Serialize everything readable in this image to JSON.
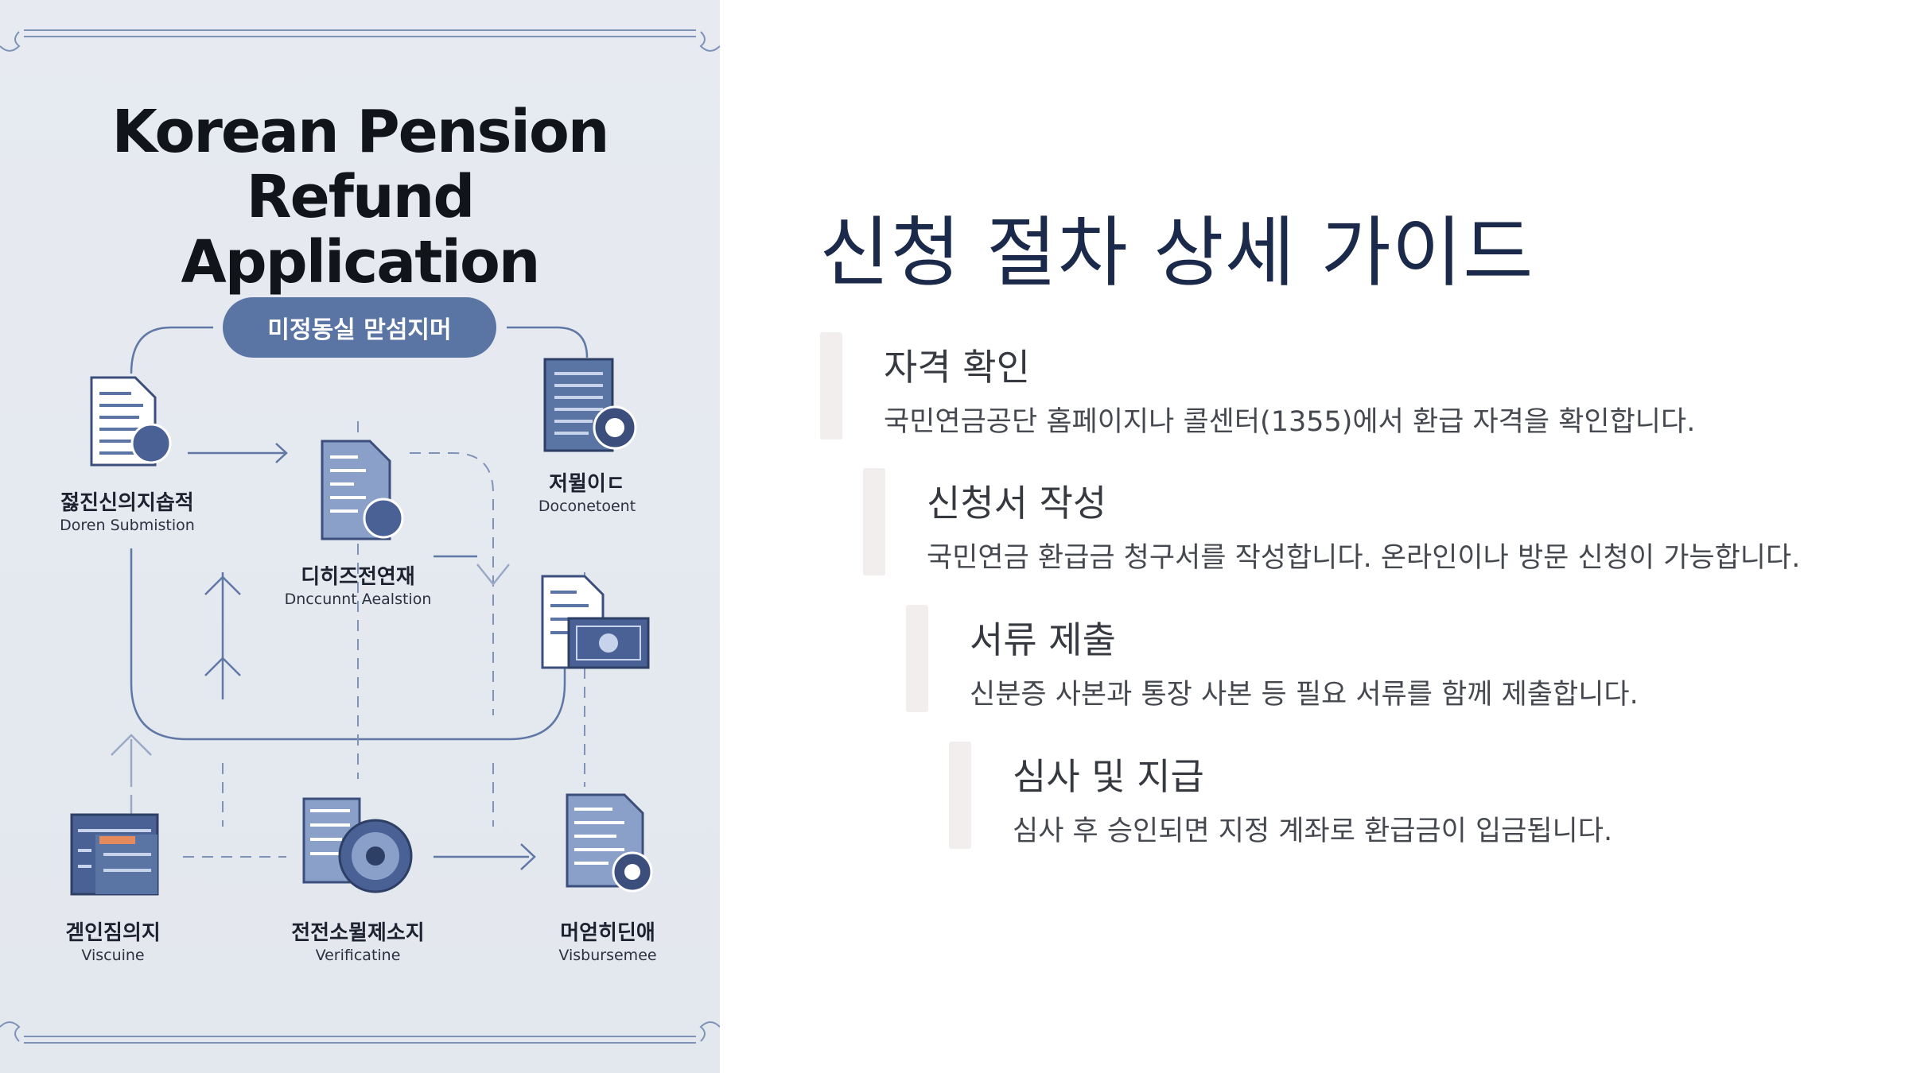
{
  "poster": {
    "title_line1": "Korean Pension Refund",
    "title_line2": "Application",
    "pill_label": "미정동실 맏섬지머",
    "nodes": [
      {
        "ko": "젏진신의지솝적",
        "en": "Doren Submistion"
      },
      {
        "ko": "디히즈전연재",
        "en": "Dnccunnt Aealstion"
      },
      {
        "ko": "저뮐이ㄷ",
        "en": "Doconetoent"
      },
      {
        "ko": "겓인짐의지",
        "en": "Viscuine"
      },
      {
        "ko": "전전소뮐제소지",
        "en": "Verificatine"
      },
      {
        "ko": "머얻히딘애",
        "en": "Visbursemee"
      }
    ]
  },
  "guide": {
    "title": "신청 절차 상세 가이드",
    "steps": [
      {
        "title": "자격 확인",
        "desc": "국민연금공단 홈페이지나 콜센터(1355)에서 환급 자격을 확인합니다."
      },
      {
        "title": "신청서 작성",
        "desc": "국민연금 환급금 청구서를 작성합니다. 온라인이나 방문 신청이 가능합니다."
      },
      {
        "title": "서류 제출",
        "desc": "신분증 사본과 통장 사본 등 필요 서류를 함께 제출합니다."
      },
      {
        "title": "심사 및 지급",
        "desc": "심사 후 승인되면 지정 계좌로 환급금이 입금됩니다."
      }
    ]
  },
  "colors": {
    "accent_blue": "#5a74a4",
    "title_navy": "#1b2a4a",
    "step_bar": "#f2eeee"
  }
}
